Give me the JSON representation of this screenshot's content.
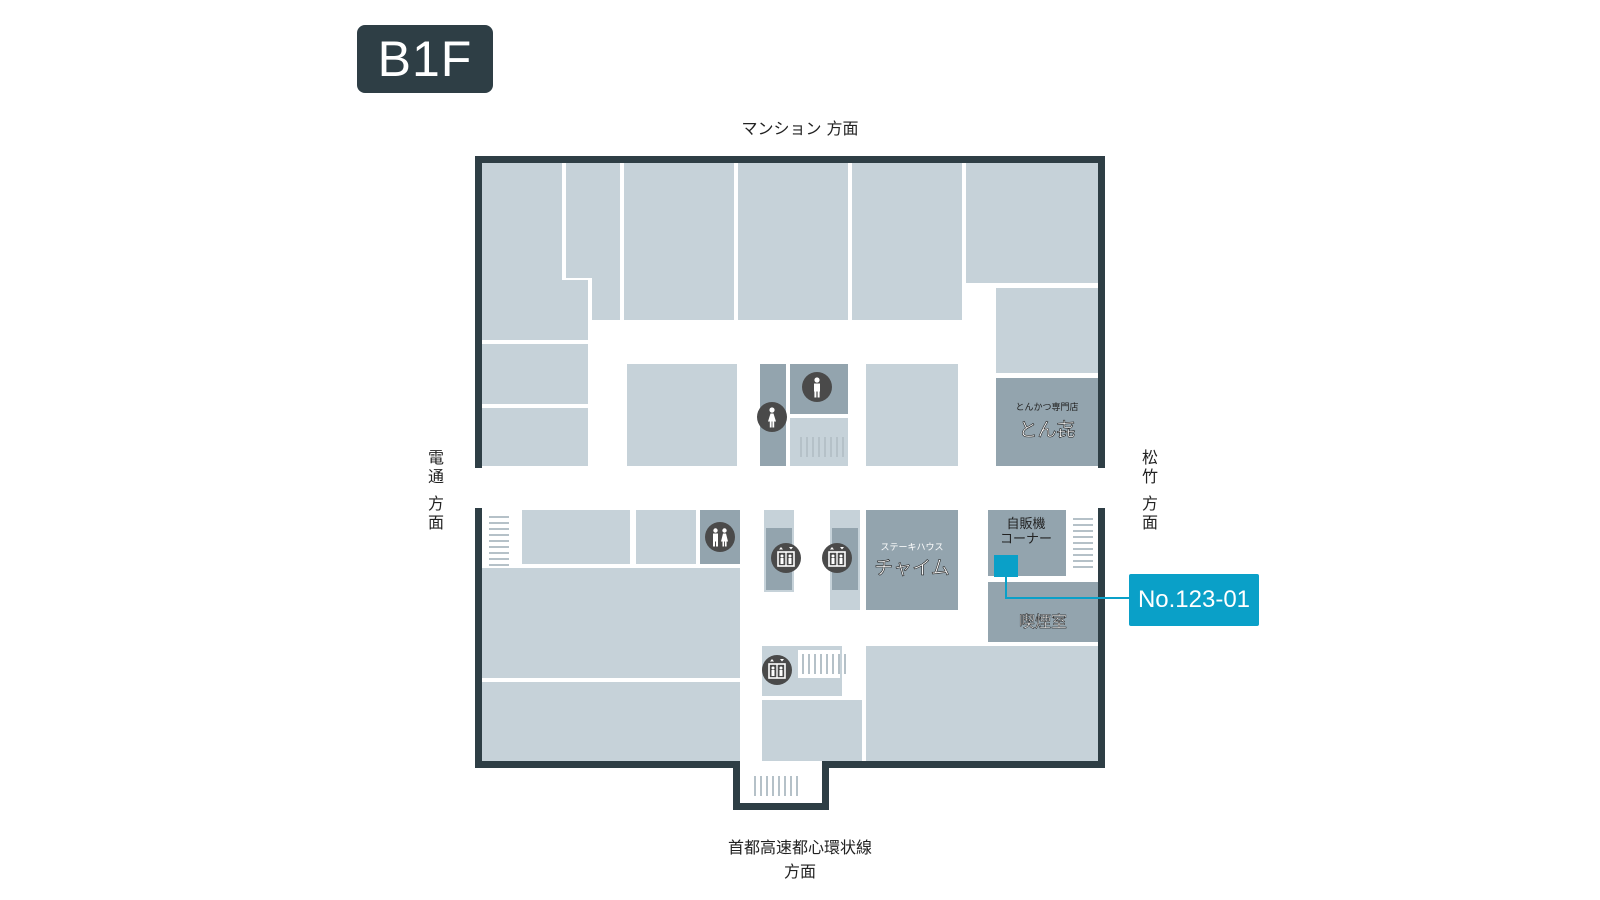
{
  "floor_label": "B1F",
  "directions": {
    "top": "マンション 方面",
    "left_line1": "電通",
    "left_line2": "方面",
    "right_line1": "松竹",
    "right_line2": "方面",
    "bottom_line1": "首都高速都心環状線",
    "bottom_line2": "方面"
  },
  "shops": {
    "tonkatsu_caption": "とんかつ専門店",
    "tonkatsu_name": "とん㐂",
    "steak_caption": "ステーキハウス",
    "steak_name": "チャイム",
    "vending_line1": "自販機",
    "vending_line2": "コーナー",
    "smoking_room": "喫煙室"
  },
  "callout_label": "No.123-01",
  "icons": {
    "restroom_male": "male-restroom-icon",
    "restroom_female": "female-restroom-icon",
    "restroom_multi": "restroom-icon",
    "elevator": "elevator-icon",
    "stairs": "stairs-icon"
  },
  "colors": {
    "wall": "#2e3e45",
    "room_light": "#c6d2d9",
    "room_dark": "#93a4ae",
    "corridor": "#ffffff",
    "accent": "#0aa0c8",
    "icon_circle": "#4a4a4a"
  }
}
